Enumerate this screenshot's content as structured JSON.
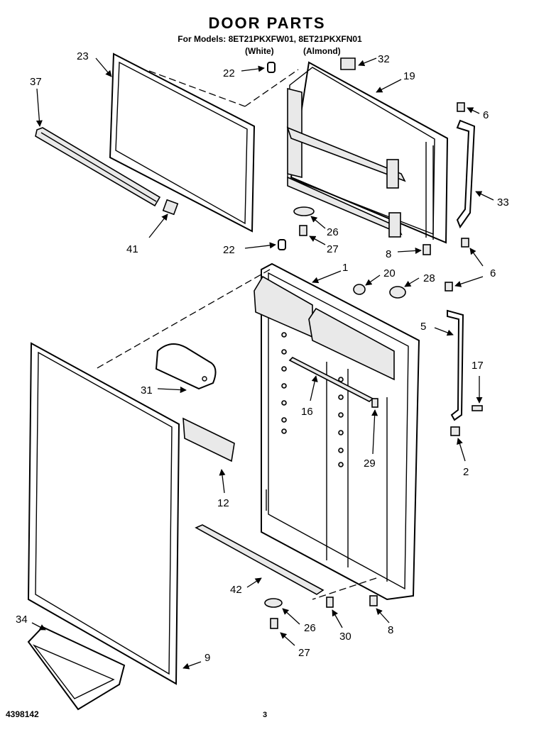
{
  "header": {
    "title": "DOOR PARTS",
    "models": "For Models: 8ET21PKXFW01, 8ET21PKXFN01",
    "variant_white": "(White)",
    "variant_almond": "(Almond)"
  },
  "callouts": {
    "c23": "23",
    "c37": "37",
    "c22a": "22",
    "c32": "32",
    "c19": "19",
    "c6a": "6",
    "c33": "33",
    "c41": "41",
    "c26a": "26",
    "c27a": "27",
    "c22b": "22",
    "c8a": "8",
    "c6b": "6",
    "c1": "1",
    "c20": "20",
    "c28": "28",
    "c5": "5",
    "c17": "17",
    "c31": "31",
    "c16": "16",
    "c29": "29",
    "c2": "2",
    "c12": "12",
    "c42": "42",
    "c34": "34",
    "c26b": "26",
    "c30": "30",
    "c8b": "8",
    "c27b": "27",
    "c9": "9"
  },
  "footer": {
    "doc_number": "4398142",
    "page": "3"
  }
}
